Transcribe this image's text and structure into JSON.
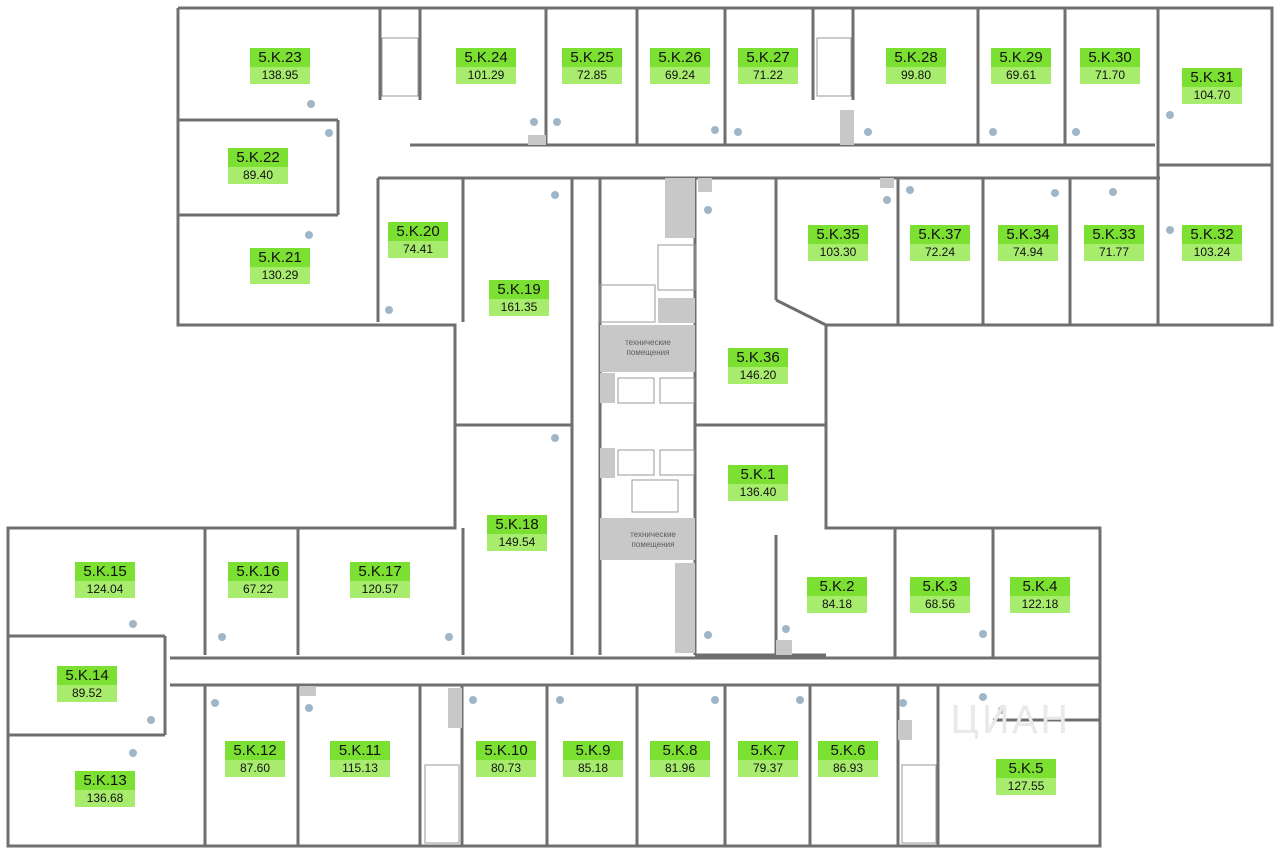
{
  "colors": {
    "wall": "#6f6f6f",
    "core": "#c8c8c8",
    "label_code_bg": "#7be032",
    "label_area_bg": "#a8ec6e",
    "drop": "#9fb6c8"
  },
  "technical_rooms": [
    {
      "line1": "технические",
      "line2": "помещения"
    },
    {
      "line1": "технические",
      "line2": "помещения"
    }
  ],
  "watermark": "ЦИАН",
  "units": [
    {
      "code": "5.K.23",
      "area": "138.95"
    },
    {
      "code": "5.K.24",
      "area": "101.29"
    },
    {
      "code": "5.K.25",
      "area": "72.85"
    },
    {
      "code": "5.K.26",
      "area": "69.24"
    },
    {
      "code": "5.K.27",
      "area": "71.22"
    },
    {
      "code": "5.K.28",
      "area": "99.80"
    },
    {
      "code": "5.K.29",
      "area": "69.61"
    },
    {
      "code": "5.K.30",
      "area": "71.70"
    },
    {
      "code": "5.K.31",
      "area": "104.70"
    },
    {
      "code": "5.K.22",
      "area": "89.40"
    },
    {
      "code": "5.K.21",
      "area": "130.29"
    },
    {
      "code": "5.K.20",
      "area": "74.41"
    },
    {
      "code": "5.K.19",
      "area": "161.35"
    },
    {
      "code": "5.K.35",
      "area": "103.30"
    },
    {
      "code": "5.K.37",
      "area": "72.24"
    },
    {
      "code": "5.K.34",
      "area": "74.94"
    },
    {
      "code": "5.K.33",
      "area": "71.77"
    },
    {
      "code": "5.K.32",
      "area": "103.24"
    },
    {
      "code": "5.K.36",
      "area": "146.20"
    },
    {
      "code": "5.K.1",
      "area": "136.40"
    },
    {
      "code": "5.K.18",
      "area": "149.54"
    },
    {
      "code": "5.K.15",
      "area": "124.04"
    },
    {
      "code": "5.K.16",
      "area": "67.22"
    },
    {
      "code": "5.K.17",
      "area": "120.57"
    },
    {
      "code": "5.K.2",
      "area": "84.18"
    },
    {
      "code": "5.K.3",
      "area": "68.56"
    },
    {
      "code": "5.K.4",
      "area": "122.18"
    },
    {
      "code": "5.K.14",
      "area": "89.52"
    },
    {
      "code": "5.K.13",
      "area": "136.68"
    },
    {
      "code": "5.K.12",
      "area": "87.60"
    },
    {
      "code": "5.K.11",
      "area": "115.13"
    },
    {
      "code": "5.K.10",
      "area": "80.73"
    },
    {
      "code": "5.K.9",
      "area": "85.18"
    },
    {
      "code": "5.K.8",
      "area": "81.96"
    },
    {
      "code": "5.K.7",
      "area": "79.37"
    },
    {
      "code": "5.K.6",
      "area": "86.93"
    },
    {
      "code": "5.K.5",
      "area": "127.55"
    }
  ]
}
